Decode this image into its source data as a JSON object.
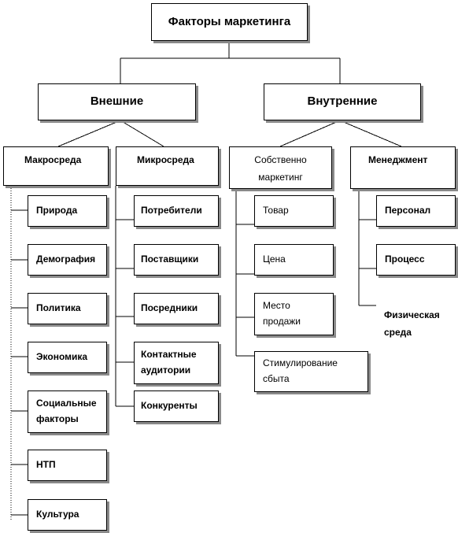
{
  "root": "Факторы маркетинга",
  "groups": {
    "external": "Внешние",
    "internal": "Внутренние"
  },
  "columns": {
    "macro": {
      "title": "Макросреда",
      "items": [
        "Природа",
        "Демография",
        "Политика",
        "Экономика",
        "Социальные факторы",
        "НТП",
        "Культура"
      ]
    },
    "micro": {
      "title": "Микросреда",
      "items": [
        "Потребители",
        "Поставщики",
        "Посредники",
        "Контактные аудитории",
        "Конкуренты"
      ]
    },
    "marketing": {
      "title": "Собственно маркетинг",
      "items": [
        "Товар",
        "Цена",
        "Место продажи",
        "Стимулирование сбыта"
      ]
    },
    "management": {
      "title": "Менеджмент",
      "items": [
        "Персонал",
        "Процесс",
        "Физическая среда"
      ]
    }
  }
}
